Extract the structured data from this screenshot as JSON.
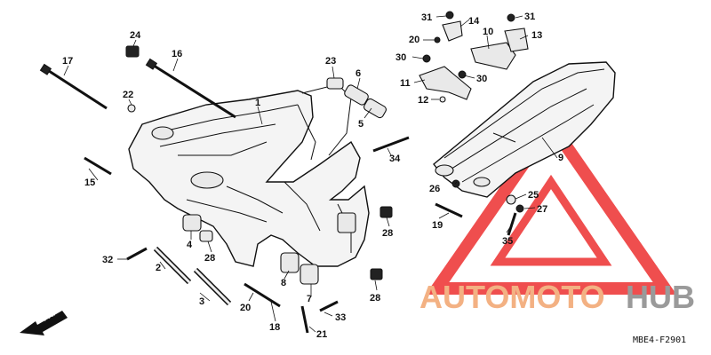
{
  "diagram": {
    "parts": [
      {
        "id": "p1",
        "label": "1"
      },
      {
        "id": "p2",
        "label": "2"
      },
      {
        "id": "p3",
        "label": "3"
      },
      {
        "id": "p4",
        "label": "4"
      },
      {
        "id": "p5",
        "label": "5"
      },
      {
        "id": "p6",
        "label": "6"
      },
      {
        "id": "p7",
        "label": "7"
      },
      {
        "id": "p8",
        "label": "8"
      },
      {
        "id": "p9",
        "label": "9"
      },
      {
        "id": "p10",
        "label": "10"
      },
      {
        "id": "p11",
        "label": "11"
      },
      {
        "id": "p12",
        "label": "12"
      },
      {
        "id": "p13",
        "label": "13"
      },
      {
        "id": "p14",
        "label": "14"
      },
      {
        "id": "p15",
        "label": "15"
      },
      {
        "id": "p16",
        "label": "16"
      },
      {
        "id": "p17",
        "label": "17"
      },
      {
        "id": "p18",
        "label": "18"
      },
      {
        "id": "p19",
        "label": "19"
      },
      {
        "id": "p20a",
        "label": "20"
      },
      {
        "id": "p20b",
        "label": "20"
      },
      {
        "id": "p21",
        "label": "21"
      },
      {
        "id": "p22",
        "label": "22"
      },
      {
        "id": "p23",
        "label": "23"
      },
      {
        "id": "p24",
        "label": "24"
      },
      {
        "id": "p25",
        "label": "25"
      },
      {
        "id": "p26",
        "label": "26"
      },
      {
        "id": "p27",
        "label": "27"
      },
      {
        "id": "p28a",
        "label": "28"
      },
      {
        "id": "p28b",
        "label": "28"
      },
      {
        "id": "p28c",
        "label": "28"
      },
      {
        "id": "p30a",
        "label": "30"
      },
      {
        "id": "p30b",
        "label": "30"
      },
      {
        "id": "p31a",
        "label": "31"
      },
      {
        "id": "p31b",
        "label": "31"
      },
      {
        "id": "p32",
        "label": "32"
      },
      {
        "id": "p33",
        "label": "33"
      },
      {
        "id": "p34",
        "label": "34"
      },
      {
        "id": "p35",
        "label": "35"
      }
    ],
    "direction_label": "FR.",
    "diagram_code": "MBE4-F2901"
  },
  "watermark": {
    "text_part1": "AUTOMOTO",
    "text_part2": "HUB",
    "color_primary": "#f3b183",
    "color_secondary": "#9a9a9a",
    "logo_color": "#ee3b3b"
  }
}
